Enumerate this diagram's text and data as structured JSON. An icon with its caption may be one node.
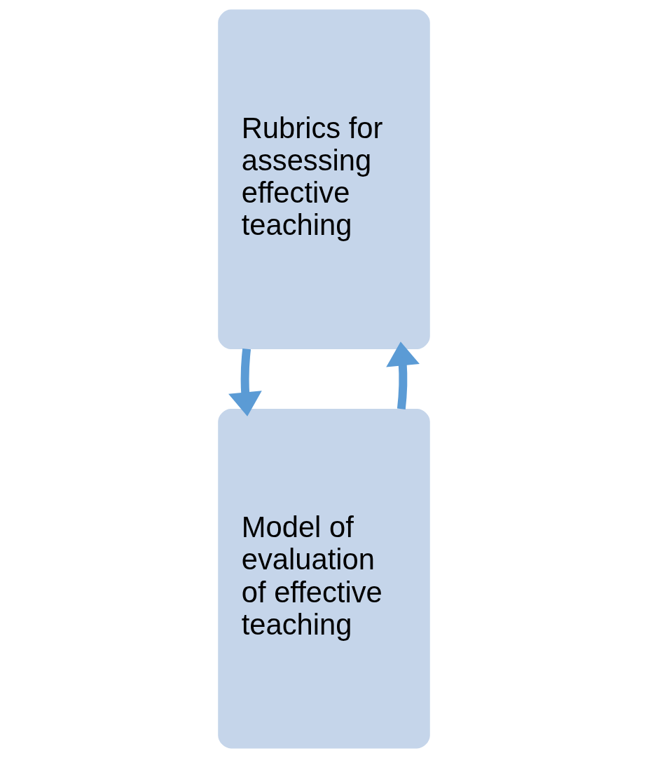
{
  "diagram": {
    "nodes": [
      {
        "text": [
          "Model of evaluation of effective teaching"
        ]
      },
      {
        "text": [
          "Rubrics for assessing effective teaching"
        ]
      }
    ],
    "edges": [
      {
        "from": 0,
        "to": 1,
        "arrow": "to"
      },
      {
        "from": 1,
        "to": 0,
        "arrow": "to"
      }
    ]
  }
}
